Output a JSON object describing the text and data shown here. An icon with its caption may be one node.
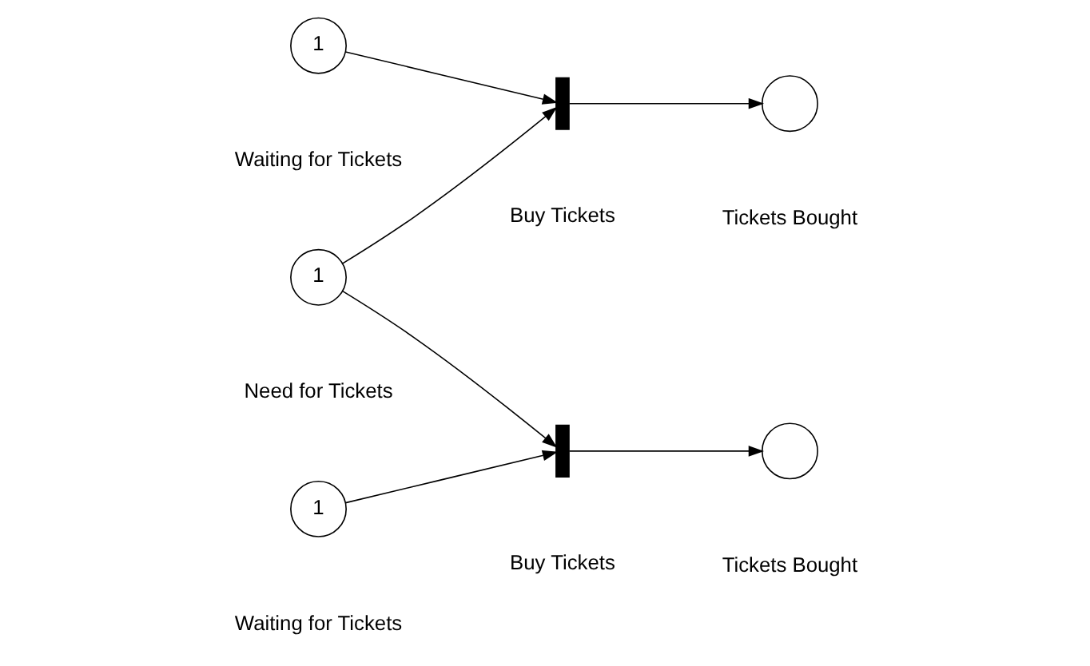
{
  "diagram": {
    "nodes": [
      {
        "text": [
          "1"
        ],
        "beside": [
          "Waiting for Tickets"
        ]
      },
      {
        "text": [],
        "shape": "bar",
        "beside": [
          "Buy Tickets"
        ]
      },
      {
        "text": [],
        "shape": "circle",
        "beside": [
          "Tickets Bought"
        ]
      },
      {
        "text": [
          "1"
        ],
        "beside": [
          "Need for Tickets"
        ]
      },
      {
        "text": [
          "1"
        ],
        "beside": [
          "Waiting for Tickets"
        ]
      },
      {
        "text": [],
        "shape": "bar",
        "beside": [
          "Buy Tickets"
        ]
      },
      {
        "text": [],
        "shape": "circle",
        "beside": [
          "Tickets Bought"
        ]
      }
    ],
    "edges": [
      {
        "from": 0,
        "to": 1,
        "arrow": "to"
      },
      {
        "from": 3,
        "to": 1,
        "arrow": "to"
      },
      {
        "from": 1,
        "to": 2,
        "arrow": "to"
      },
      {
        "from": 3,
        "to": 5,
        "arrow": "to"
      },
      {
        "from": 4,
        "to": 5,
        "arrow": "to"
      },
      {
        "from": 5,
        "to": 6,
        "arrow": "to"
      }
    ]
  }
}
